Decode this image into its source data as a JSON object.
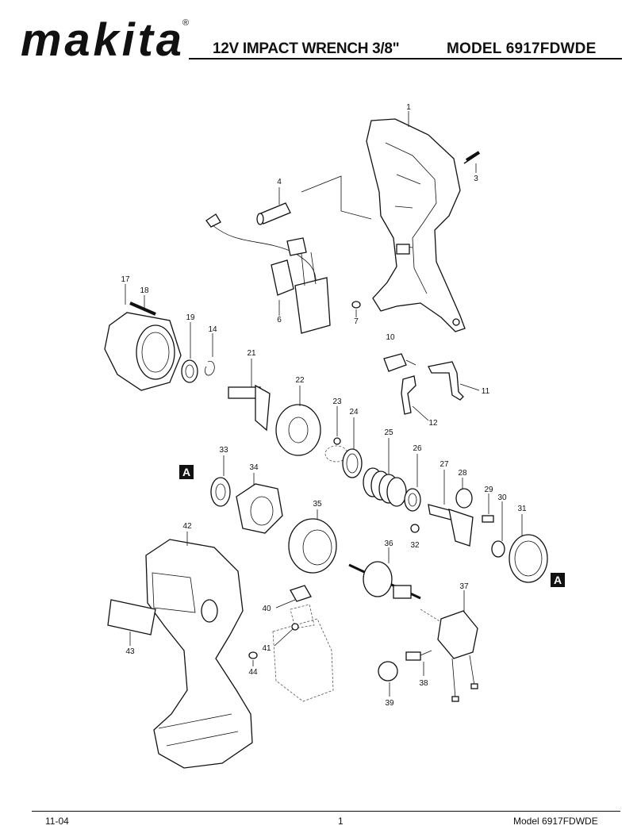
{
  "header": {
    "brand": "makita",
    "registered_mark": "®",
    "title": "12V IMPACT WRENCH 3/8\"",
    "model": "MODEL 6917FDWDE"
  },
  "footer": {
    "date_code": "11-04",
    "page_number": "1",
    "model_text": "Model  6917FDWDE"
  },
  "reference_markers": [
    "A",
    "A"
  ],
  "part_numbers": [
    "1",
    "3",
    "4",
    "6",
    "7",
    "10",
    "11",
    "12",
    "14",
    "17",
    "18",
    "19",
    "21",
    "22",
    "23",
    "24",
    "25",
    "26",
    "27",
    "28",
    "29",
    "30",
    "31",
    "32",
    "33",
    "34",
    "35",
    "36",
    "37",
    "38",
    "39",
    "40",
    "41",
    "42",
    "43",
    "44"
  ]
}
